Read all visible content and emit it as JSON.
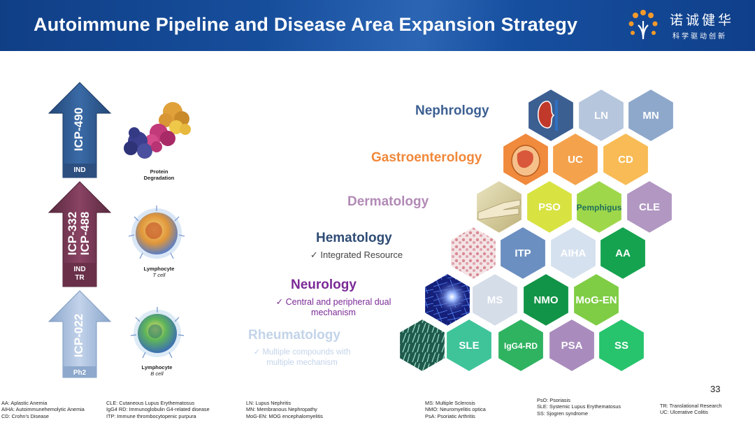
{
  "header": {
    "title": "Autoimmune Pipeline and Disease Area Expansion Strategy",
    "logo_name": "诺诚健华",
    "logo_slogan": "科学驱动创新"
  },
  "pipeline": [
    {
      "product": "ICP-490",
      "stage": "IND",
      "color": "#2f5b92",
      "caption_title": "Protein\nDegradation",
      "caption_sub": ""
    },
    {
      "product": "ICP-332\nICP-488",
      "stage": "IND\nTR",
      "color": "#7a3552",
      "caption_title": "Lymphocyte",
      "caption_sub": "T cell"
    },
    {
      "product": "ICP-022",
      "stage": "Ph2",
      "color": "#a9bfdc",
      "caption_title": "Lymphocyte",
      "caption_sub": "B cell"
    }
  ],
  "disease_areas": [
    {
      "name": "Nephrology",
      "color": "#3c5f92",
      "note": ""
    },
    {
      "name": "Gastroenterology",
      "color": "#f0883a",
      "note": ""
    },
    {
      "name": "Dermatology",
      "color": "#b18ab5",
      "note": ""
    },
    {
      "name": "Hematology",
      "color": "#2f4c75",
      "note": "✓ Integrated Resource",
      "note_color": "#444444"
    },
    {
      "name": "Neurology",
      "color": "#7b2a96",
      "note": "✓ Central and peripheral dual\nmechanism",
      "note_color": "#7b2a96"
    },
    {
      "name": "Rheumatology",
      "color": "#c3d4ea",
      "note": "✓ Multiple compounds with\nmultiple mechanism",
      "note_color": "#c3d4ea"
    }
  ],
  "hexagons": [
    {
      "label": "",
      "image": "kidney-image",
      "color": "#3c5f92"
    },
    {
      "label": "LN",
      "color": "#b6c6dd"
    },
    {
      "label": "MN",
      "color": "#8ea8cb"
    },
    {
      "label": "",
      "image": "digestive-system-image",
      "color": "#f08a3c"
    },
    {
      "label": "UC",
      "color": "#f5a24c"
    },
    {
      "label": "CD",
      "color": "#f8bb55"
    },
    {
      "label": "",
      "image": "skin-hand-image",
      "color": "#d6cfa3"
    },
    {
      "label": "PSO",
      "color": "#d8e342"
    },
    {
      "label": "Pemphigus",
      "color": "#9fd74b"
    },
    {
      "label": "CLE",
      "color": "#b197c2"
    },
    {
      "label": "",
      "image": "blood-cells-image",
      "color": "#efd9dc"
    },
    {
      "label": "ITP",
      "color": "#6b8fc1"
    },
    {
      "label": "AIHA",
      "color": "#d6e1ef"
    },
    {
      "label": "AA",
      "color": "#15a350"
    },
    {
      "label": "",
      "image": "neuron-image",
      "color": "#1d2b8a"
    },
    {
      "label": "MS",
      "color": "#d5dde9"
    },
    {
      "label": "NMO",
      "color": "#119447"
    },
    {
      "label": "MoG-EN",
      "color": "#7fcd44"
    },
    {
      "label": "",
      "image": "hand-xray-image",
      "color": "#2f6f5f"
    },
    {
      "label": "SLE",
      "color": "#3fc49a"
    },
    {
      "label": "IgG4-RD",
      "color": "#2fb361"
    },
    {
      "label": "PSA",
      "color": "#a98cbd"
    },
    {
      "label": "SS",
      "color": "#27c46d"
    }
  ],
  "page_number": "33",
  "footnotes": [
    [
      "AA: Aplastic Anemia",
      "AIHA: Autoimmunehemolytic Anemia",
      "CD: Crohn's Disease"
    ],
    [
      "CLE: Cutaneous Lupus Erythematosus",
      "IgG4 RD: Immunoglobulin G4-related disease",
      "ITP: Immune thrombocytopenic purpura"
    ],
    [
      "LN: Lupus Nephritis",
      "MN: Membranous Nephropathy",
      "MoG-EN: MOG encephalomyelitis"
    ],
    [
      "MS: Multiple Sclerosis",
      "NMO: Neuromyelitis optica",
      "PsA: Psoriatic Arthritis"
    ],
    [
      "PsO: Psoriasis",
      "SLE: Systemic Lupus Erythematosus",
      "SS: Sjogren syndrome"
    ],
    [
      "TR: Translational Research",
      "UC: Ulcerative Colitis"
    ]
  ]
}
